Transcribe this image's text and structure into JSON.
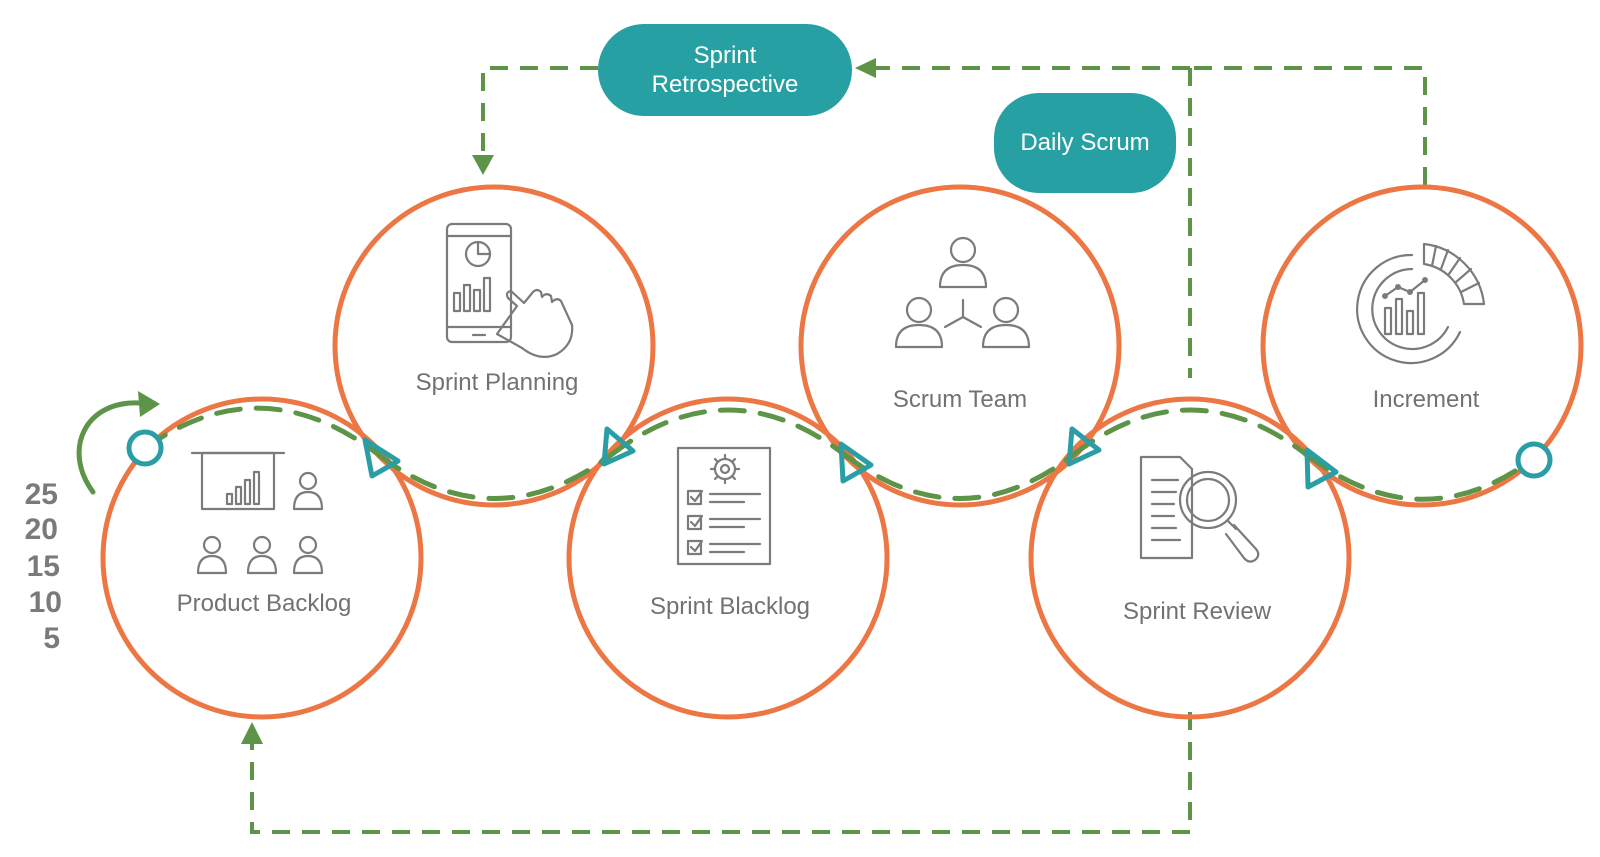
{
  "stages": {
    "product_backlog": "Product Backlog",
    "sprint_planning": "Sprint Planning",
    "sprint_backlog": "Sprint Blacklog",
    "scrum_team": "Scrum Team",
    "sprint_review": "Sprint Review",
    "increment": "Increment"
  },
  "events": {
    "sprint_retrospective_line1": "Sprint",
    "sprint_retrospective_line2": "Retrospective",
    "daily_scrum": "Daily Scrum"
  },
  "scale": [
    "25",
    "20",
    "15",
    "10",
    "5"
  ],
  "icons": {
    "product_backlog": [
      "presentation-board-icon",
      "person-icon"
    ],
    "sprint_planning": "tablet-touch-chart-icon",
    "sprint_backlog": "checklist-gear-icon",
    "scrum_team": "team-network-icon",
    "sprint_review": "document-search-icon",
    "increment": "analytics-dial-icon"
  },
  "colors": {
    "circle": "#ec7644",
    "flow_dashed": "#5d9448",
    "marker": "#2a9ea4",
    "event_pill": "#26a0a3",
    "label": "#727272"
  }
}
